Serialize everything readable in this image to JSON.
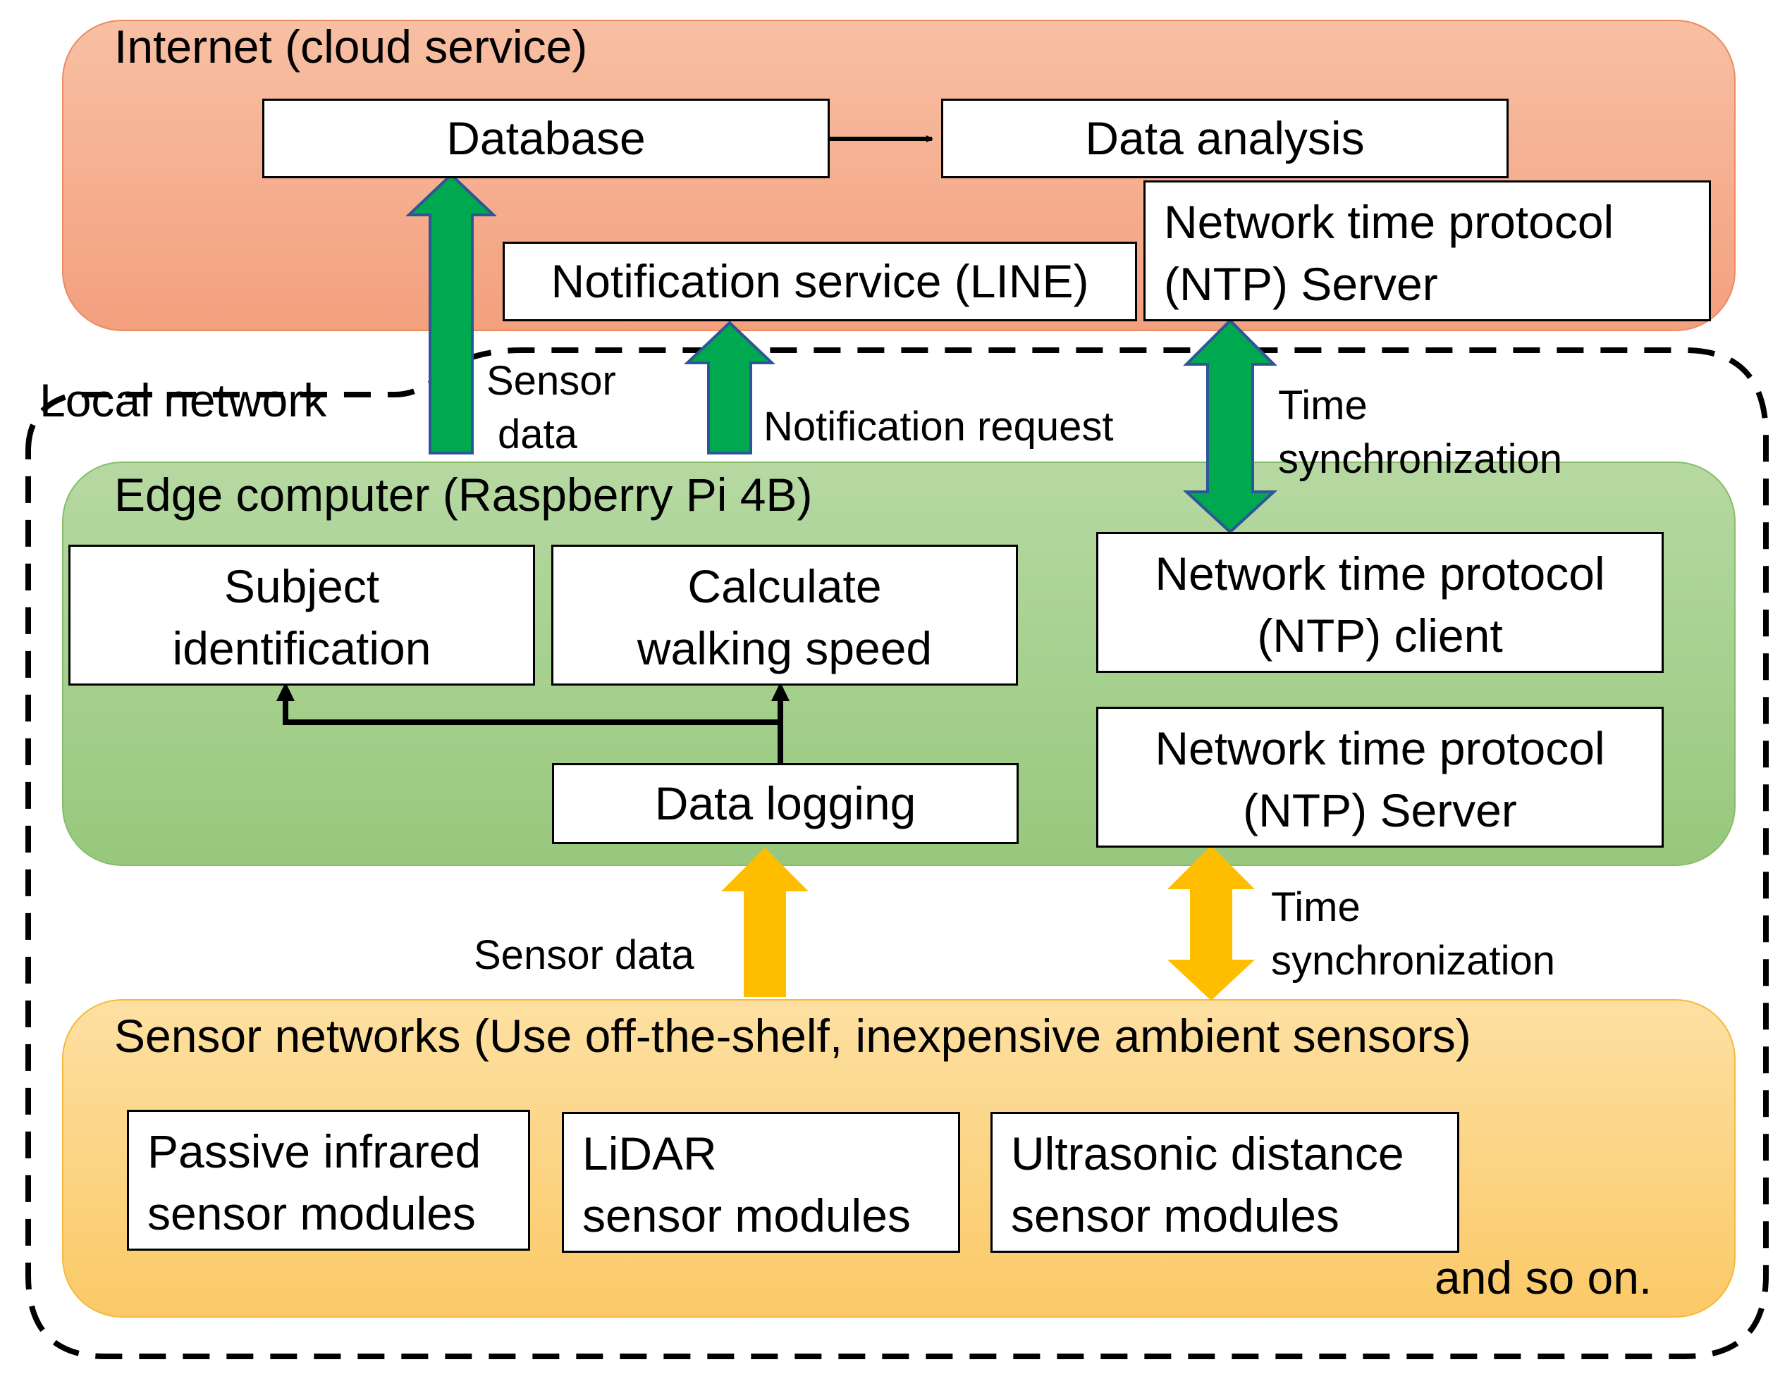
{
  "regions": {
    "cloud": {
      "title": "Internet (cloud service)"
    },
    "local": {
      "title": "Local network"
    },
    "edge": {
      "title": "Edge computer (Raspberry Pi 4B)"
    },
    "sensors": {
      "title": "Sensor networks (Use off-the-shelf, inexpensive ambient sensors)",
      "footer": "and so on."
    }
  },
  "cloud_boxes": {
    "database": "Database",
    "data_analysis": "Data analysis",
    "notification_service": "Notification service (LINE)",
    "ntp_server": {
      "line1": "Network time protocol",
      "line2": "(NTP) Server"
    }
  },
  "edge_boxes": {
    "subject_id": {
      "line1": "Subject",
      "line2": "identification"
    },
    "walking_speed": {
      "line1": "Calculate",
      "line2": "walking speed"
    },
    "data_logging": "Data logging",
    "ntp_client": {
      "line1": "Network time protocol",
      "line2": "(NTP) client"
    },
    "ntp_server": {
      "line1": "Network time protocol",
      "line2": "(NTP) Server"
    }
  },
  "sensor_boxes": {
    "pir": {
      "line1": "Passive infrared",
      "line2": "sensor modules"
    },
    "lidar": {
      "line1": "LiDAR",
      "line2": "sensor modules"
    },
    "ultrasonic": {
      "line1": "Ultrasonic distance",
      "line2": "sensor modules"
    }
  },
  "flow_labels": {
    "sensor_data_up": {
      "line1": "Sensor",
      "line2": "data"
    },
    "notification_request": "Notification request",
    "time_sync_upper": {
      "line1": "Time",
      "line2": "synchronization"
    },
    "sensor_data_lower": "Sensor data",
    "time_sync_lower": {
      "line1": "Time",
      "line2": "synchronization"
    }
  },
  "colors": {
    "cloud_fill": "#f5aa88",
    "edge_fill": "#a6d08d",
    "sensor_fill": "#fdd27f",
    "green_arrow": "#00a84f",
    "green_arrow_outline": "#2e5597",
    "yellow_arrow": "#ffbd00"
  }
}
